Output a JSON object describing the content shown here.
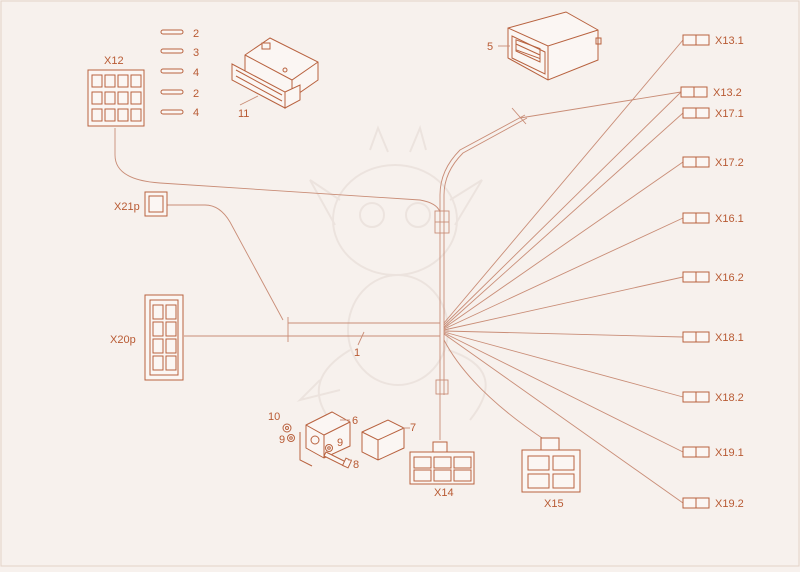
{
  "colors": {
    "background": "#f7f1ed",
    "line": "#c98d77",
    "part": "#b8623f",
    "label": "#b85a33"
  },
  "connectors": {
    "x12": "X12",
    "x21p": "X21p",
    "x20p": "X20p",
    "x14": "X14",
    "x15": "X15",
    "x13_1": "X13.1",
    "x13_2": "X13.2",
    "x17_1": "X17.1",
    "x17_2": "X17.2",
    "x16_1": "X16.1",
    "x16_2": "X16.2",
    "x18_1": "X18.1",
    "x18_2": "X18.2",
    "x19_1": "X19.1",
    "x19_2": "X19.2"
  },
  "pins": {
    "p1": "2",
    "p2": "3",
    "p3": "4",
    "p4": "2",
    "p5": "4"
  },
  "parts": {
    "harness": "1",
    "display": "5",
    "relay_socket": "6",
    "relay": "7",
    "bolt": "8",
    "washer_a": "9",
    "washer_b": "9",
    "nut": "10",
    "module": "11"
  }
}
